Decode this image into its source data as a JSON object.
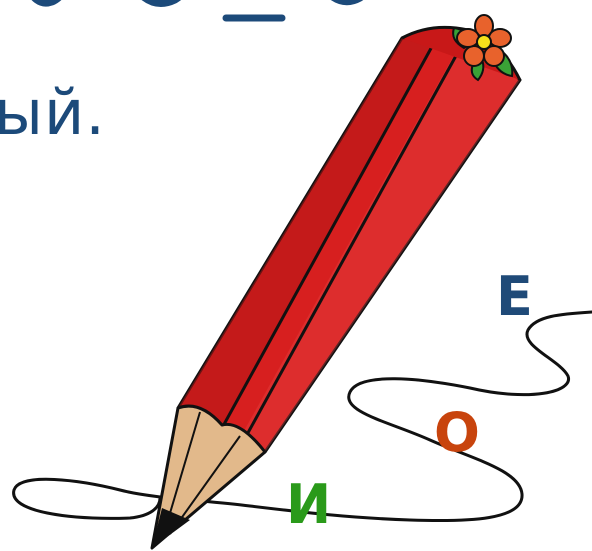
{
  "headline_fragment": "ый.",
  "letters": {
    "e": "Е",
    "o": "О",
    "i": "И"
  },
  "colors": {
    "headline": "#1c4a7a",
    "letter_e": "#1f4a78",
    "letter_o": "#c8440d",
    "letter_i": "#2a9a1a",
    "pencil_body": "#d71f1f",
    "pencil_wood": "#e2b98b",
    "flower": "#e8622c",
    "leaf": "#3aa236"
  },
  "icons": {
    "pencil": "pencil-icon",
    "flower": "flower-icon",
    "trail": "scribble-line"
  }
}
